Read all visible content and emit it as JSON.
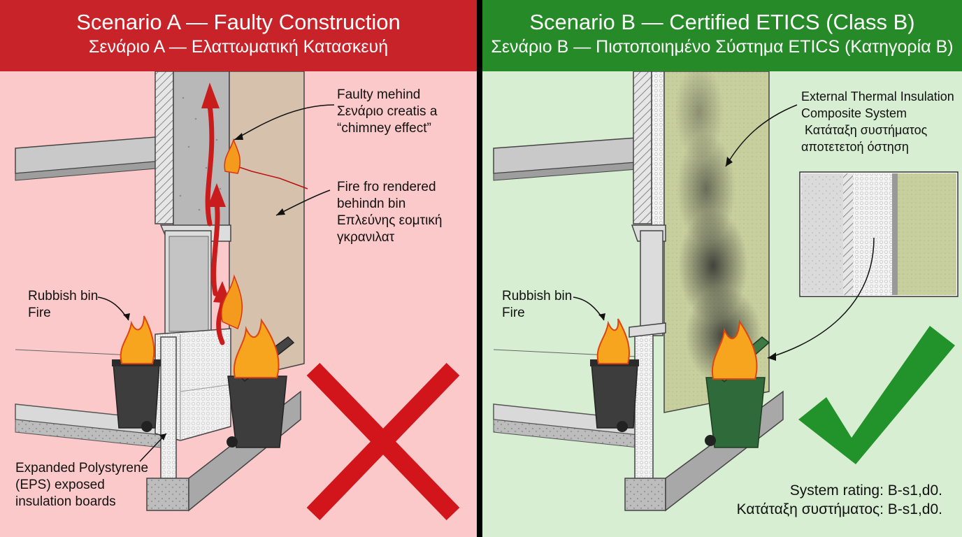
{
  "panel_a": {
    "title": "Scenario A — Faulty Construction",
    "subtitle": "Σενάριο Α — Ελαττωματική Κατασκευή",
    "callout_chimney": [
      "Faulty mehind",
      "Σενάριο creatis a",
      "“chimney effect”"
    ],
    "callout_fire": [
      "Fire fro rendered",
      "behindn bin",
      "Επλεύνης εομτική",
      "γκρανιλατ"
    ],
    "callout_bin": [
      "Rubbish bin",
      "Fire"
    ],
    "callout_eps": [
      "Expanded Polystyrene",
      "(EPS) exposed",
      "insulation boards"
    ],
    "verdict_icon": "cross-mark-icon",
    "accent_color": "#c9232a"
  },
  "panel_b": {
    "title": "Scenario B — Certified ETICS (Class B)",
    "subtitle": "Σενάριο Β — Πιστοποιημένο Σύστημα ETICS (Κατηγορία Β)",
    "callout_etics": [
      "External Thermal Insulation",
      "Composite System",
      " Κατάταξη συστήματος",
      "αποτετετοή όστηση"
    ],
    "callout_bin": [
      "Rubbish bin",
      "Fire"
    ],
    "rating_en": "System rating: B-s1,d0.",
    "rating_el": "Κατάταξη συστήματος: B-s1,d0.",
    "verdict_icon": "check-mark-icon",
    "accent_color": "#258a27"
  }
}
